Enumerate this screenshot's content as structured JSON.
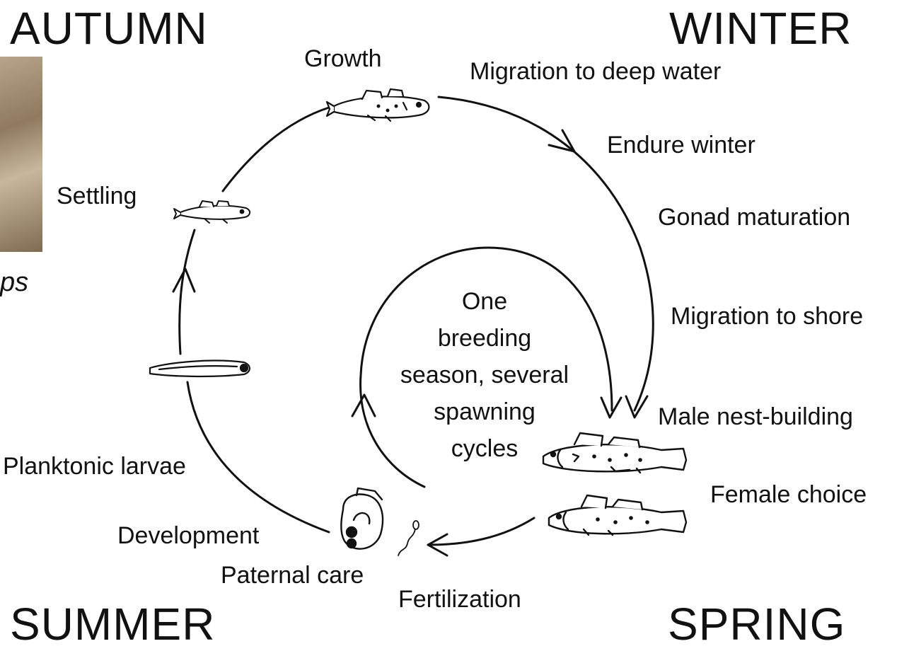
{
  "seasons": {
    "autumn": "AUTUMN",
    "winter": "WINTER",
    "summer": "SUMMER",
    "spring": "SPRING"
  },
  "stages": {
    "growth": "Growth",
    "migration_deep": "Migration to deep water",
    "endure_winter": "Endure winter",
    "gonad_maturation": "Gonad maturation",
    "migration_shore": "Migration to shore",
    "male_nest": "Male nest-building",
    "female_choice": "Female choice",
    "fertilization": "Fertilization",
    "paternal_care": "Paternal care",
    "development": "Development",
    "planktonic_larvae": "Planktonic larvae",
    "settling": "Settling"
  },
  "center": {
    "lines": [
      "One",
      "breeding",
      "season, several",
      "spawning",
      "cycles"
    ]
  },
  "photo": {
    "caption_fragment": "ps"
  },
  "colors": {
    "ink": "#111111",
    "background": "#ffffff"
  }
}
